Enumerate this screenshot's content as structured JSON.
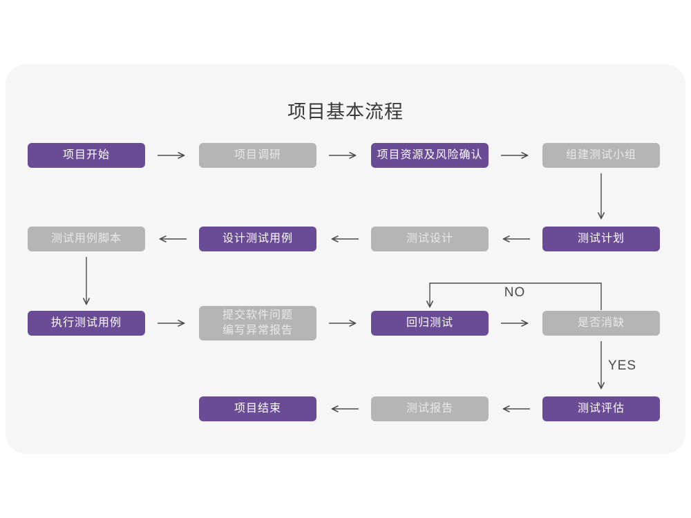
{
  "title": "项目基本流程",
  "colors": {
    "purple": "#6a4c96",
    "gray": "#b5b5b5",
    "arrow": "#4a4a4a",
    "card_bg": "#f6f6f6",
    "title_color": "#383838",
    "text_on_purple": "#ffffff",
    "text_on_gray": "#e9e9e9"
  },
  "edge_labels": {
    "no": "NO",
    "yes": "YES"
  },
  "nodes": [
    {
      "id": "project-start",
      "label": "项目开始",
      "variant": "purple"
    },
    {
      "id": "project-research",
      "label": "项目调研",
      "variant": "gray"
    },
    {
      "id": "resource-risk-confirm",
      "label": "项目资源及风险确认",
      "variant": "purple"
    },
    {
      "id": "build-test-team",
      "label": "组建测试小组",
      "variant": "gray"
    },
    {
      "id": "test-case-script",
      "label": "测试用例脚本",
      "variant": "gray"
    },
    {
      "id": "design-test-case",
      "label": "设计测试用例",
      "variant": "purple"
    },
    {
      "id": "test-design",
      "label": "测试设计",
      "variant": "gray"
    },
    {
      "id": "test-plan",
      "label": "测试计划",
      "variant": "purple"
    },
    {
      "id": "execute-test-case",
      "label": "执行测试用例",
      "variant": "purple"
    },
    {
      "id": "submit-issue-report",
      "label": "提交软件问题\n编写异常报告",
      "variant": "gray"
    },
    {
      "id": "regression-test",
      "label": "回归测试",
      "variant": "purple"
    },
    {
      "id": "defect-resolved",
      "label": "是否消缺",
      "variant": "gray"
    },
    {
      "id": "project-end",
      "label": "项目结束",
      "variant": "purple"
    },
    {
      "id": "test-report",
      "label": "测试报告",
      "variant": "gray"
    },
    {
      "id": "test-evaluation",
      "label": "测试评估",
      "variant": "purple"
    }
  ]
}
